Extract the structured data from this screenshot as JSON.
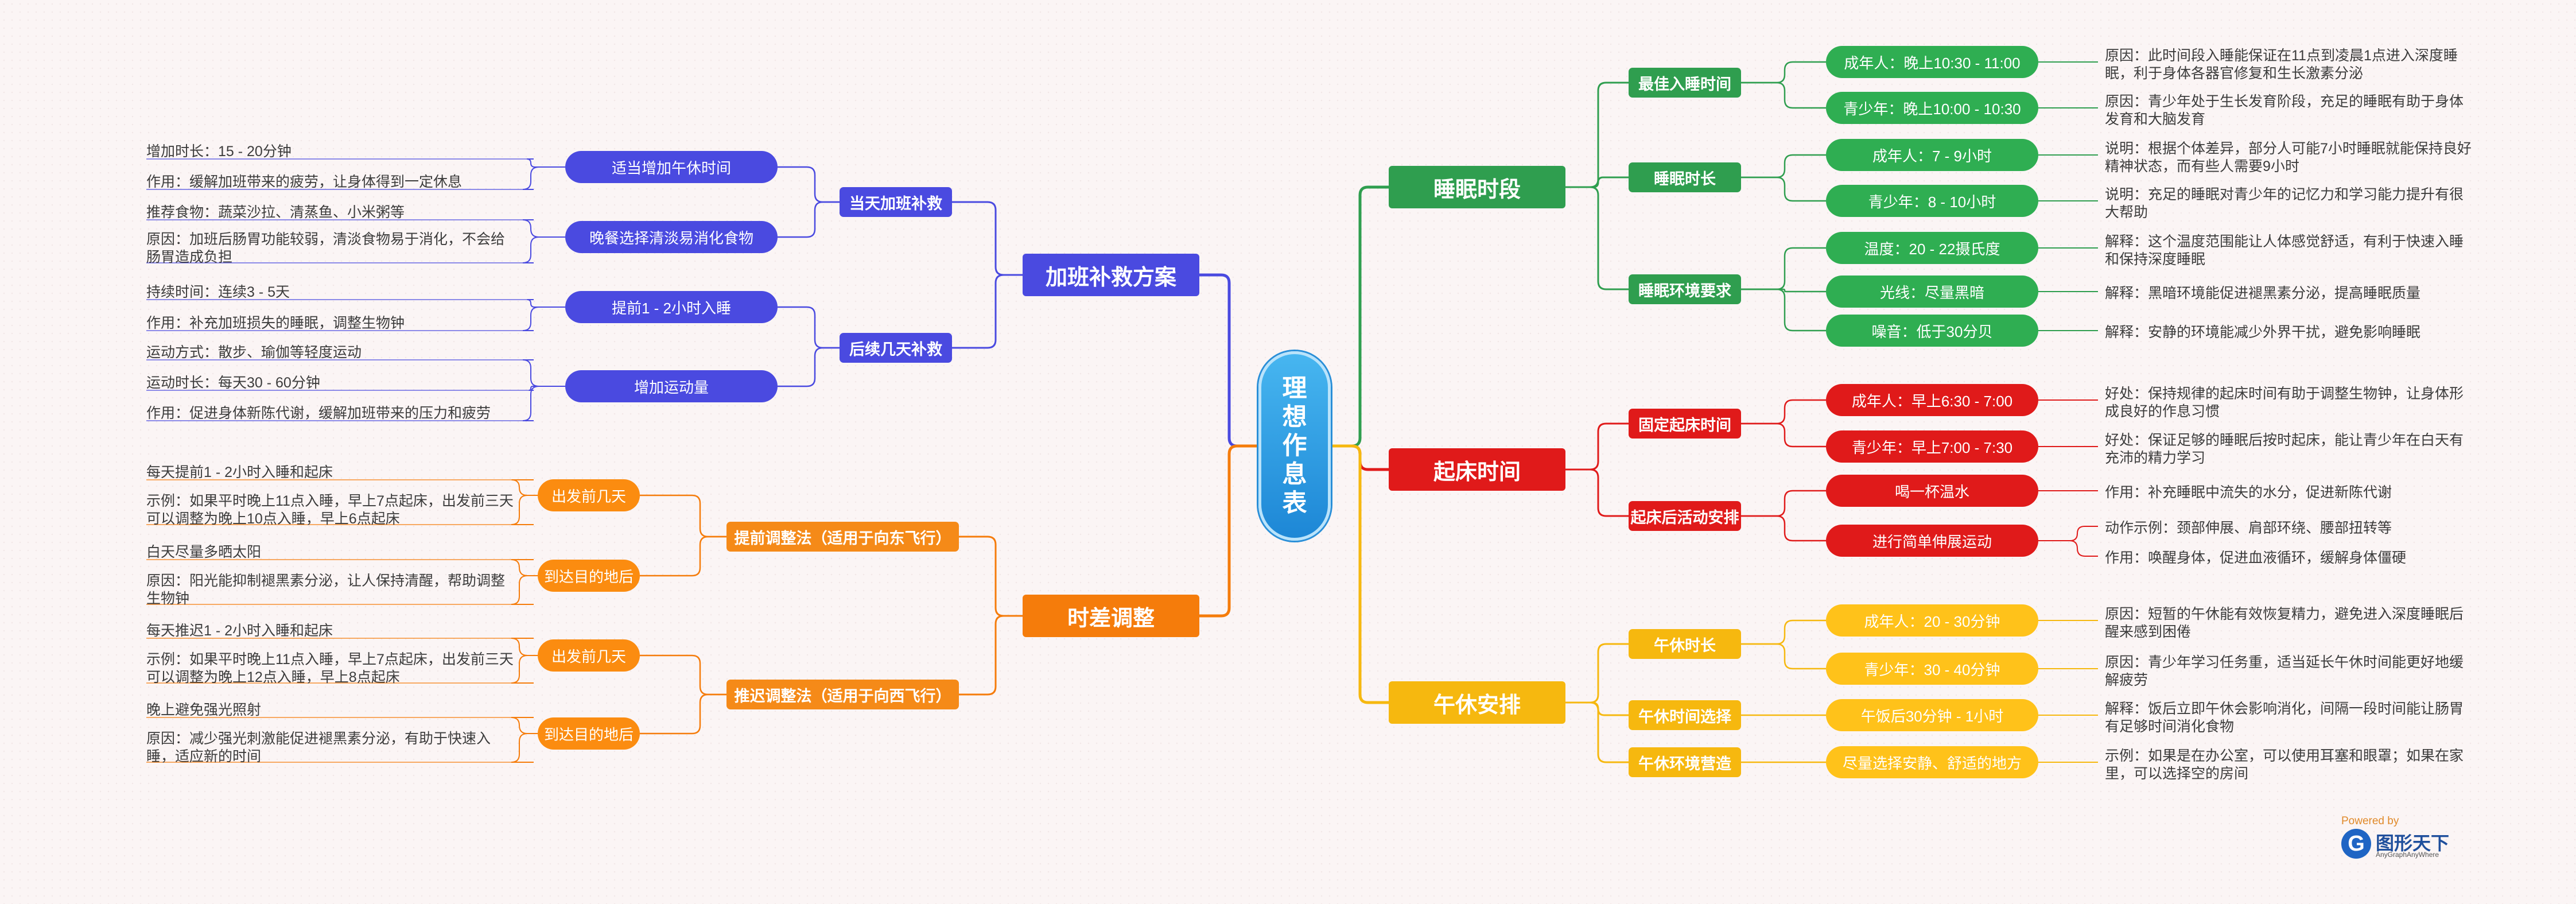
{
  "root": {
    "title": "理想作息表"
  },
  "colors": {
    "sleep": "#2f9e4f",
    "wake": "#e01a1a",
    "nap": "#f6b80f",
    "overtime": "#4a4ae0",
    "jetlag": "#f57c0b",
    "sleep_l3": "#2fae52",
    "nap_l3": "#ffc21a",
    "jet_l2": "#f58a18",
    "jet_l3": "#fb8c10"
  },
  "branches": {
    "sleep": {
      "label": "睡眠时段",
      "subs": [
        {
          "label": "最佳入睡时间",
          "items": [
            {
              "label": "成年人：晚上10:30 - 11:00",
              "note": "原因：此时间段入睡能保证在11点到凌晨1点进入深度睡眠，利于身体各器官修复和生长激素分泌"
            },
            {
              "label": "青少年：晚上10:00 - 10:30",
              "note": "原因：青少年处于生长发育阶段，充足的睡眠有助于身体发育和大脑发育"
            }
          ]
        },
        {
          "label": "睡眠时长",
          "items": [
            {
              "label": "成年人：7 - 9小时",
              "note": "说明：根据个体差异，部分人可能7小时睡眠就能保持良好精神状态，而有些人需要9小时"
            },
            {
              "label": "青少年：8 - 10小时",
              "note": "说明：充足的睡眠对青少年的记忆力和学习能力提升有很大帮助"
            }
          ]
        },
        {
          "label": "睡眠环境要求",
          "items": [
            {
              "label": "温度：20 - 22摄氏度",
              "note": "解释：这个温度范围能让人体感觉舒适，有利于快速入睡和保持深度睡眠"
            },
            {
              "label": "光线：尽量黑暗",
              "note": "解释：黑暗环境能促进褪黑素分泌，提高睡眠质量"
            },
            {
              "label": "噪音：低于30分贝",
              "note": "解释：安静的环境能减少外界干扰，避免影响睡眠"
            }
          ]
        }
      ]
    },
    "wake": {
      "label": "起床时间",
      "subs": [
        {
          "label": "固定起床时间",
          "items": [
            {
              "label": "成年人：早上6:30 - 7:00",
              "notes": [
                "好处：保持规律的起床时间有助于调整生物钟，让身体形成良好的作息习惯"
              ]
            },
            {
              "label": "青少年：早上7:00 - 7:30",
              "notes": [
                "好处：保证足够的睡眠后按时起床，能让青少年在白天有充沛的精力学习"
              ]
            }
          ]
        },
        {
          "label": "起床后活动安排",
          "items": [
            {
              "label": "喝一杯温水",
              "notes": [
                "作用：补充睡眠中流失的水分，促进新陈代谢"
              ]
            },
            {
              "label": "进行简单伸展运动",
              "notes": [
                "动作示例：颈部伸展、肩部环绕、腰部扭转等",
                "作用：唤醒身体，促进血液循环，缓解身体僵硬"
              ]
            }
          ]
        }
      ]
    },
    "nap": {
      "label": "午休安排",
      "subs": [
        {
          "label": "午休时长",
          "items": [
            {
              "label": "成年人：20 - 30分钟",
              "note": "原因：短暂的午休能有效恢复精力，避免进入深度睡眠后醒来感到困倦"
            },
            {
              "label": "青少年：30 - 40分钟",
              "note": "原因：青少年学习任务重，适当延长午休时间能更好地缓解疲劳"
            }
          ]
        },
        {
          "label": "午休时间选择",
          "items": [
            {
              "label": "午饭后30分钟 - 1小时",
              "note": "解释：饭后立即午休会影响消化，间隔一段时间能让肠胃有足够时间消化食物"
            }
          ]
        },
        {
          "label": "午休环境营造",
          "items": [
            {
              "label": "尽量选择安静、舒适的地方",
              "note": "示例：如果是在办公室，可以使用耳塞和眼罩；如果在家里，可以选择空的房间"
            }
          ]
        }
      ]
    },
    "overtime": {
      "label": "加班补救方案",
      "subs": [
        {
          "label": "当天加班补救",
          "items": [
            {
              "label": "适当增加午休时间",
              "notes": [
                "增加时长：15 - 20分钟",
                "作用：缓解加班带来的疲劳，让身体得到一定休息"
              ]
            },
            {
              "label": "晚餐选择清淡易消化食物",
              "notes": [
                "推荐食物：蔬菜沙拉、清蒸鱼、小米粥等",
                "原因：加班后肠胃功能较弱，清淡食物易于消化，不会给肠胃造成负担"
              ]
            }
          ]
        },
        {
          "label": "后续几天补救",
          "items": [
            {
              "label": "提前1 - 2小时入睡",
              "notes": [
                "持续时间：连续3 - 5天",
                "作用：补充加班损失的睡眠，调整生物钟"
              ]
            },
            {
              "label": "增加运动量",
              "notes": [
                "运动方式：散步、瑜伽等轻度运动",
                "运动时长：每天30 - 60分钟",
                "作用：促进身体新陈代谢，缓解加班带来的压力和疲劳"
              ]
            }
          ]
        }
      ]
    },
    "jetlag": {
      "label": "时差调整",
      "subs": [
        {
          "label": "提前调整法（适用于向东飞行）",
          "items": [
            {
              "label": "出发前几天",
              "notes": [
                "每天提前1 - 2小时入睡和起床",
                "示例：如果平时晚上11点入睡，早上7点起床，出发前三天可以调整为晚上10点入睡，早上6点起床"
              ]
            },
            {
              "label": "到达目的地后",
              "notes": [
                "白天尽量多晒太阳",
                "原因：阳光能抑制褪黑素分泌，让人保持清醒，帮助调整生物钟"
              ]
            }
          ]
        },
        {
          "label": "推迟调整法（适用于向西飞行）",
          "items": [
            {
              "label": "出发前几天",
              "notes": [
                "每天推迟1 - 2小时入睡和起床",
                "示例：如果平时晚上11点入睡，早上7点起床，出发前三天可以调整为晚上12点入睡，早上8点起床"
              ]
            },
            {
              "label": "到达目的地后",
              "notes": [
                "晚上避免强光照射",
                "原因：减少强光刺激能促进褪黑素分泌，有助于快速入睡，适应新的时间"
              ]
            }
          ]
        }
      ]
    }
  },
  "logo": {
    "powered": "Powered by",
    "name": "图形天下",
    "sub": "AnyGraphAnyWhere",
    "mark": "G"
  }
}
